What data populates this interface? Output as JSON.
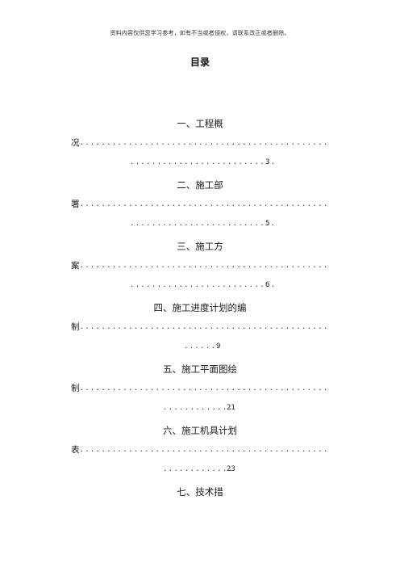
{
  "header": {
    "disclaimer": "资料内容仅供您学习参考，如有不当或者侵权，请联系改正或者删除。"
  },
  "title": "目录",
  "toc": [
    {
      "head": "一、工程概",
      "lead_char": "况",
      "page": "3"
    },
    {
      "head": "二、施工部",
      "lead_char": "署",
      "page": "5"
    },
    {
      "head": "三、施工方",
      "lead_char": "案",
      "page": "6"
    },
    {
      "head": "四、施工进度计划的编",
      "lead_char": "制",
      "page": "9"
    },
    {
      "head": "五、施工平面图绘",
      "lead_char": "制",
      "page": "21"
    },
    {
      "head": "六、施工机具计划",
      "lead_char": "表",
      "page": "23"
    },
    {
      "head": "七、技术措",
      "lead_char": "",
      "page": ""
    }
  ]
}
